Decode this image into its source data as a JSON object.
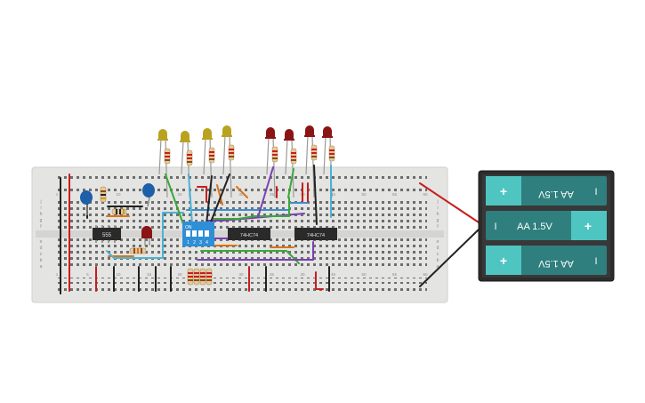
{
  "ics": [
    {
      "id": "ic-555",
      "label": "555"
    },
    {
      "id": "ic-74hc74-a",
      "label": "74HC74"
    },
    {
      "id": "ic-74hc74-b",
      "label": "74HC74"
    }
  ],
  "dip_switch": {
    "on_label": "ON",
    "numbers": [
      "1",
      "2",
      "3",
      "4"
    ]
  },
  "batteries": [
    {
      "label": "AA 1.5V",
      "plus": "+",
      "minus": "I",
      "flipped": true
    },
    {
      "label": "AA 1.5V",
      "plus": "+",
      "minus": "I",
      "flipped": false
    },
    {
      "label": "AA 1.5V",
      "plus": "+",
      "minus": "I",
      "flipped": true
    }
  ],
  "breadboard": {
    "row_letters_top": [
      "j",
      "i",
      "h",
      "g",
      "f"
    ],
    "row_letters_bottom": [
      "e",
      "d",
      "c",
      "b",
      "a"
    ],
    "column_numbers": [
      "1",
      "5",
      "10",
      "15",
      "20",
      "25",
      "30",
      "35",
      "40",
      "45",
      "50",
      "55",
      "60"
    ]
  },
  "leds": {
    "yellow_count": 4,
    "red_count": 4,
    "colors": {
      "yellow": "#b9a21f",
      "red": "#8b1515",
      "blue_cap": "#1d5fa8"
    }
  }
}
